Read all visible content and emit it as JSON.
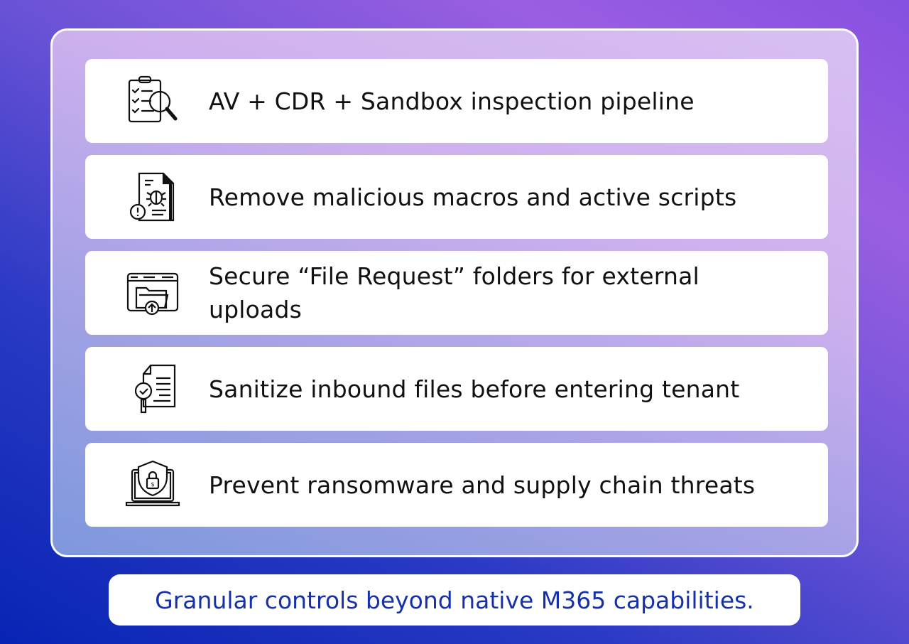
{
  "features": [
    {
      "icon": "checklist-magnifier-icon",
      "label": "AV + CDR + Sandbox inspection pipeline"
    },
    {
      "icon": "document-bug-alert-icon",
      "label": "Remove malicious macros and active scripts"
    },
    {
      "icon": "browser-folder-upload-icon",
      "label": "Secure “File Request” folders for external uploads"
    },
    {
      "icon": "document-check-magnifier-icon",
      "label": "Sanitize inbound files before entering tenant"
    },
    {
      "icon": "laptop-shield-lock-icon",
      "label": "Prevent ransomware and supply chain threats"
    }
  ],
  "footer": {
    "text": "Granular controls beyond native M365 capabilities."
  },
  "colors": {
    "footer_text": "#1631a8",
    "bg_blue": "#0824b4",
    "bg_purple": "#8650e0"
  }
}
